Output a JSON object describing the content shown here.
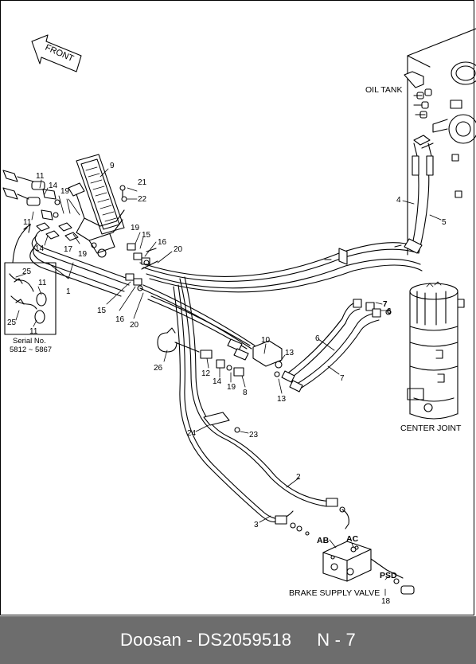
{
  "diagram": {
    "front_arrow": "FRONT",
    "labels": {
      "oil_tank": "OIL TANK",
      "center_joint": "CENTER JOINT",
      "brake_supply_valve": "BRAKE SUPPLY VALVE",
      "ab": "AB",
      "ac": "AC",
      "psd": "PSD",
      "serial_title": "Serial No.",
      "serial_range": "5812 ~ 5867"
    },
    "callouts": {
      "c1": "1",
      "c2": "2",
      "c3": "3",
      "c4": "4",
      "c5": "5",
      "c6": "6",
      "c7a": "7",
      "c7b": "7",
      "c8": "8",
      "c6b": "6",
      "c9": "9",
      "c10": "10",
      "c11a": "11",
      "c11b": "11",
      "c11c": "11",
      "c11d": "11",
      "c12": "12",
      "c13a": "13",
      "c13b": "13",
      "c14a": "14",
      "c14b": "14",
      "c14c": "14",
      "c15a": "15",
      "c15b": "15",
      "c16a": "16",
      "c16b": "16",
      "c17": "17",
      "c18": "18",
      "c19a": "19",
      "c19b": "19",
      "c19c": "19",
      "c19d": "19",
      "c20a": "20",
      "c20b": "20",
      "c21": "21",
      "c22": "22",
      "c23": "23",
      "c24": "24",
      "c25a": "25",
      "c25b": "25",
      "c26": "26"
    }
  },
  "footer": {
    "part": "Doosan - DS2059518",
    "page": "N - 7"
  }
}
